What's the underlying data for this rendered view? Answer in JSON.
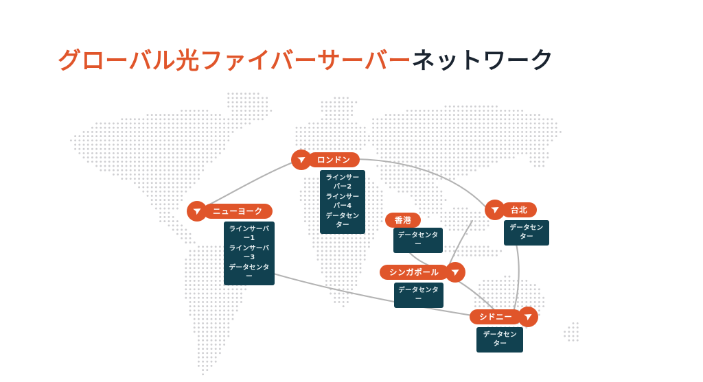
{
  "title": {
    "accent_text": "グローバル光ファイバーサーバー",
    "dark_text": "ネットワーク"
  },
  "colors": {
    "accent": "#E0552A",
    "dark_navy": "#1A2430",
    "card_bg": "#114150",
    "card_text": "#EAF2F4",
    "map_dot": "#CFCFD2",
    "link_line": "#B3B3B3",
    "background": "#FFFFFF"
  },
  "map": {
    "icon": "world-dot-map",
    "pin_icon": "location-pin-icon"
  },
  "nodes": [
    {
      "id": "newyork",
      "label": "ニューヨーク",
      "pin_side": "left",
      "services": [
        "ラインサーバー1",
        "ラインサーバー3",
        "データセンター"
      ]
    },
    {
      "id": "london",
      "label": "ロンドン",
      "pin_side": "left",
      "services": [
        "ラインサーバー2",
        "ラインサーバー4",
        "データセンター"
      ]
    },
    {
      "id": "hongkong",
      "label": "香港",
      "pin_side": "none",
      "services": [
        "データセンター"
      ]
    },
    {
      "id": "taipei",
      "label": "台北",
      "pin_side": "left",
      "services": [
        "データセンター"
      ]
    },
    {
      "id": "singapore",
      "label": "シンガポール",
      "pin_side": "right",
      "services": [
        "データセンター"
      ]
    },
    {
      "id": "sydney",
      "label": "シドニー",
      "pin_side": "right",
      "services": [
        "データセンター"
      ]
    }
  ],
  "links": [
    {
      "from": "london",
      "to": "taipei"
    },
    {
      "from": "newyork",
      "to": "sydney"
    },
    {
      "from": "hongkong",
      "to": "singapore"
    },
    {
      "from": "taipei",
      "to": "sydney"
    },
    {
      "from": "singapore",
      "to": "sydney"
    },
    {
      "from": "newyork",
      "to": "london"
    }
  ]
}
